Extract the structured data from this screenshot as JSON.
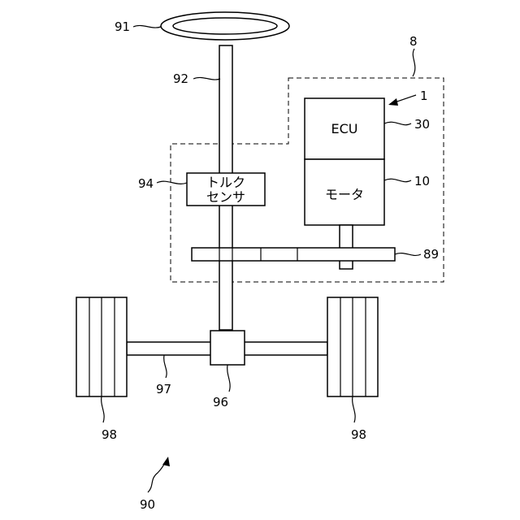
{
  "labels": {
    "steering_wheel": "91",
    "steering_shaft": "92",
    "system_boundary": "8",
    "device": "1",
    "ecu_ref": "30",
    "torque_sensor_ref": "94",
    "motor_ref": "10",
    "gear_ref": "89",
    "axle_ref": "97",
    "gearbox_ref": "96",
    "wheel_left_ref": "98",
    "wheel_right_ref": "98",
    "vehicle_ref": "90"
  },
  "boxes": {
    "ecu": "ECU",
    "motor": "モータ",
    "torque_sensor_line1": "トルク",
    "torque_sensor_line2": "センサ"
  }
}
